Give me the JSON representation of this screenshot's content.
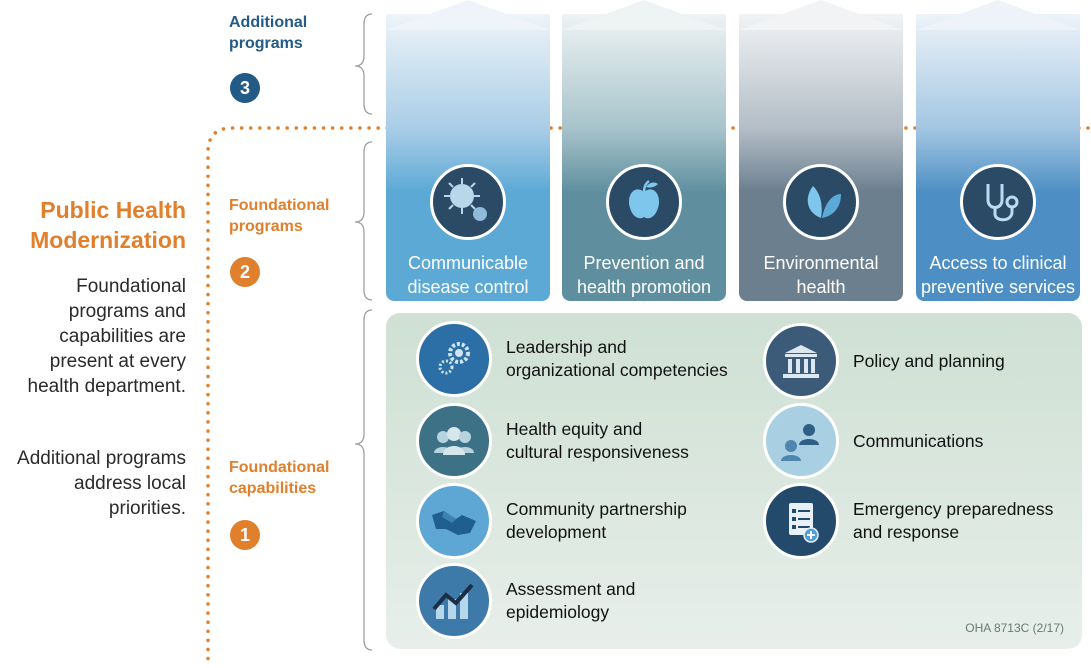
{
  "left": {
    "title_line1": "Public Health",
    "title_line2": "Modernization",
    "desc1": "Foundational programs and capabilities are present at every health department.",
    "desc2": "Additional programs address local priorities."
  },
  "tiers": {
    "additional": {
      "line1": "Additional",
      "line2": "programs",
      "num": "3",
      "color": "#235a86"
    },
    "programs": {
      "line1": "Foundational",
      "line2": "programs",
      "num": "2",
      "color": "#e07f2c"
    },
    "capabilities": {
      "line1": "Foundational",
      "line2": "capabilities",
      "num": "1",
      "color": "#e07f2c"
    }
  },
  "pillars": [
    {
      "line1": "Communicable",
      "line2": "disease control",
      "icon": "virus-icon",
      "color": "#5ca9d6"
    },
    {
      "line1": "Prevention and",
      "line2": "health promotion",
      "icon": "apple-icon",
      "color": "#5f8f9f"
    },
    {
      "line1": "Environmental",
      "line2": "health",
      "icon": "leaves-icon",
      "color": "#6c7f8f"
    },
    {
      "line1": "Access to clinical",
      "line2": "preventive services",
      "icon": "stethoscope-icon",
      "color": "#4d8fc4"
    }
  ],
  "capabilities": [
    {
      "line1": "Leadership and",
      "line2": "organizational competencies",
      "icon": "gears-icon"
    },
    {
      "line1": "Health equity and",
      "line2": "cultural responsiveness",
      "icon": "people-group-icon"
    },
    {
      "line1": "Community partnership",
      "line2": "development",
      "icon": "handshake-icon"
    },
    {
      "line1": "Assessment and",
      "line2": "epidemiology",
      "icon": "chart-trend-icon"
    },
    {
      "line1": "Policy and planning",
      "line2": "",
      "icon": "government-building-icon"
    },
    {
      "line1": "Communications",
      "line2": "",
      "icon": "conversation-icon"
    },
    {
      "line1": "Emergency preparedness",
      "line2": "and response",
      "icon": "checklist-medical-icon"
    }
  ],
  "footer_code": "OHA 8713C (2/17)",
  "colors": {
    "orange": "#e07f2c",
    "navy": "#235a86",
    "panel": "#d6e5da"
  }
}
